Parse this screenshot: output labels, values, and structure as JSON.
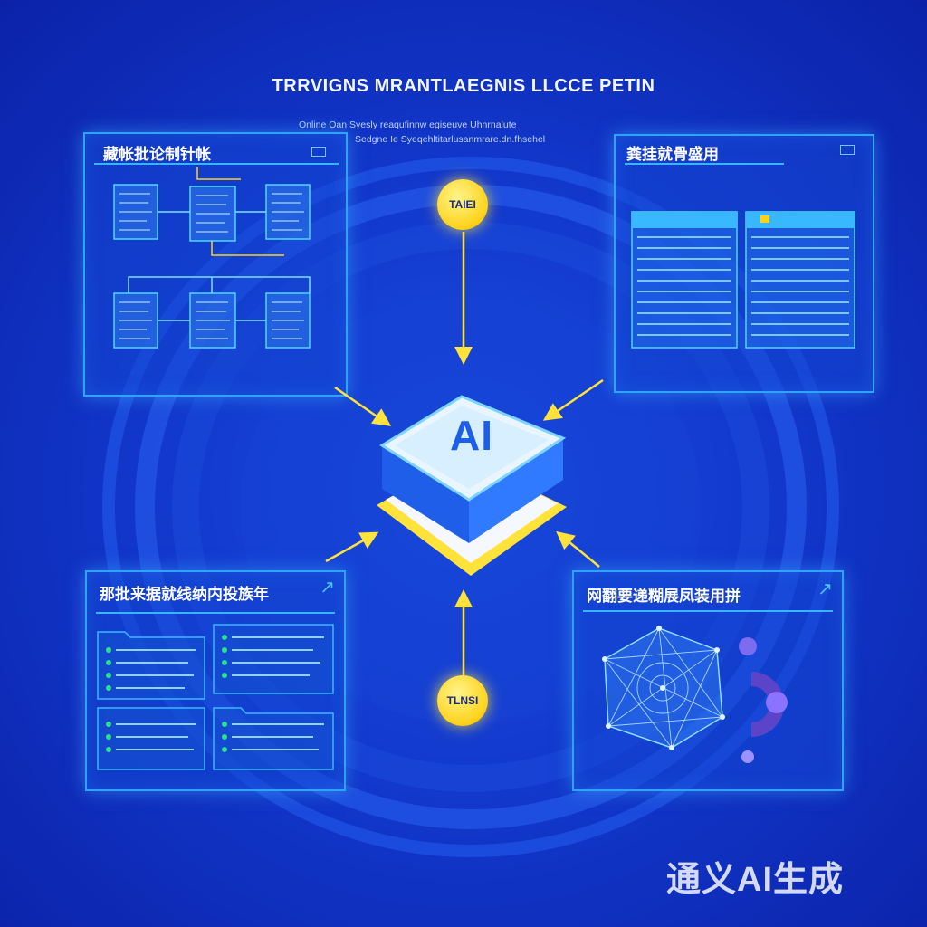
{
  "header": {
    "title": "TRRVIGNS MRANTLAEGNIS LLCCE PETIN",
    "subtitle_lines": [
      "Online Oan Syesly reaqufinnw egiseuve Uhnrnalute",
      "Sedgne Ie Syeqehltitarlusanmrare.dn.fhsehel"
    ]
  },
  "center": {
    "label": "AI"
  },
  "badges": {
    "top": "TAIEI",
    "bottom": "TLNSI"
  },
  "panels": {
    "top_left": {
      "title": "藏帐批论制针帐"
    },
    "top_right": {
      "title": "粪挂就骨盛用"
    },
    "bottom_left": {
      "title": "那批来据就线纳内投族年"
    },
    "bottom_right": {
      "title": "网翻要递糊展凤装用拼"
    }
  },
  "watermark": "通义AI生成",
  "colors": {
    "background": "#1238cc",
    "panel_border": "#2fa4ff",
    "accent_yellow": "#ffd21a",
    "ai_blue": "#1d5ee8"
  }
}
